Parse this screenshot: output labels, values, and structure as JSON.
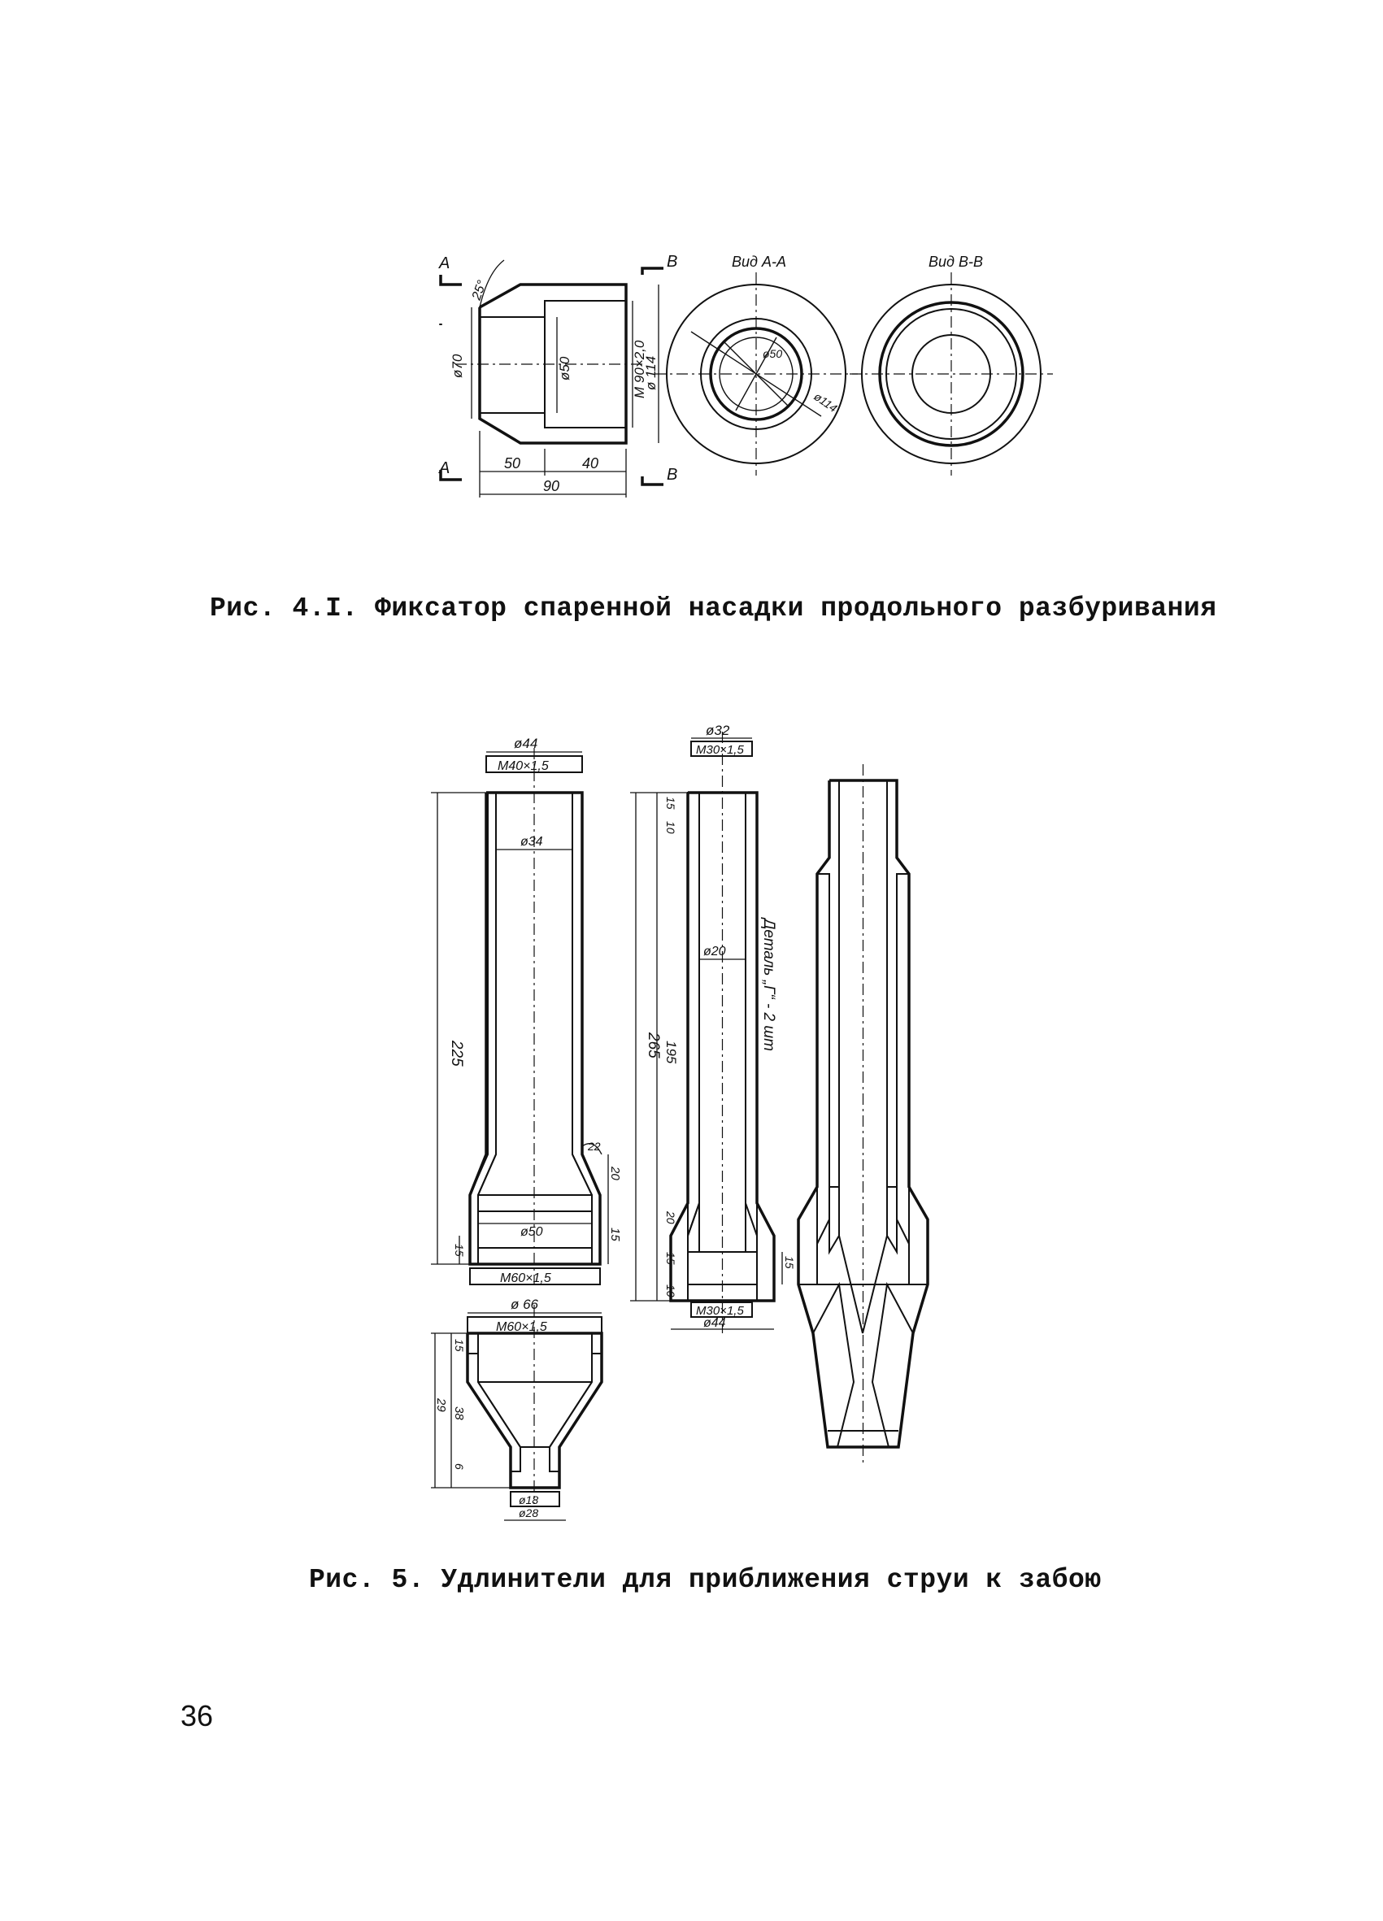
{
  "figure_4_1": {
    "caption": "Рис. 4.I. Фиксатор спаренной насадки продольного разбуривания",
    "section_a": "А",
    "section_b": "В",
    "view_a": "Вид А-А",
    "view_b": "Вид В-В",
    "angle": "25°",
    "d70": "ø70",
    "d50": "ø50",
    "thread_m90": "М 90×2,0",
    "d114": "ø 114",
    "len50": "50",
    "len40": "40",
    "len90": "90",
    "circle_label_a": "ø114",
    "circle_label_b": "ø50"
  },
  "figure_5": {
    "caption": "Рис. 5. Удлинители для приближения струи к забою",
    "part1": {
      "d44": "ø44",
      "thread_top": "М40×1,5",
      "d34": "ø34",
      "len225": "225",
      "d50": "ø50",
      "len15": "15",
      "len20": "20",
      "len15b": "15",
      "angle": "22",
      "thread_bottom": "М60×1,5"
    },
    "part2": {
      "d66": "ø 66",
      "thread_top": "М60×1,5",
      "len15": "15",
      "len29": "29",
      "len38": "38",
      "len6": "6",
      "d18": "ø18",
      "d28": "ø28"
    },
    "part3": {
      "d32": "ø32",
      "thread_top": "М30×1,5",
      "len15": "15",
      "len10": "10",
      "d20": "ø20",
      "len265": "265",
      "len195": "195",
      "len20": "20",
      "len15b": "15",
      "len10b": "10",
      "len15side": "15",
      "thread_bottom": "М30×1,5",
      "d44": "ø44",
      "note": "Деталь „Г“ - 2 шт"
    }
  },
  "page_number": "36"
}
